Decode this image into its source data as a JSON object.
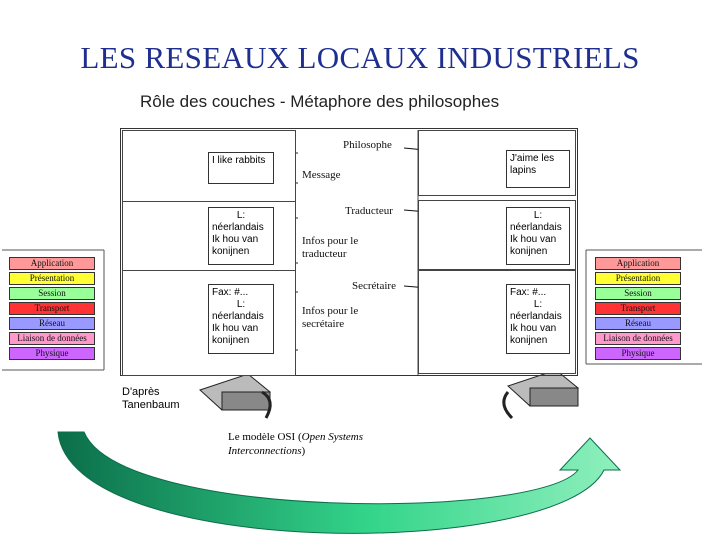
{
  "slide": {
    "title": "LES RESEAUX LOCAUX INDUSTRIELS",
    "subtitle": "Rôle des couches - Métaphore des philosophes",
    "caption_prefix": "Le modèle OSI (",
    "caption_italic": "Open Systems Interconnections",
    "caption_suffix": ")",
    "credit_line1": "D'après",
    "credit_line2": "Tanenbaum"
  },
  "roles": {
    "philosophe": "Philosophe",
    "message": "Message",
    "traducteur": "Traducteur",
    "infos_traducteur_1": "Infos pour le",
    "infos_traducteur_2": "traducteur",
    "secretaire": "Secrétaire",
    "infos_secretaire_1": "Infos pour le",
    "infos_secretaire_2": "secrétaire"
  },
  "left_boxes": {
    "message": "I like rabbits",
    "trad_line1": "L:",
    "trad_line2": "néerlandais",
    "trad_line3": "Ik hou van",
    "trad_line4": "konijnen",
    "fax_line1": "Fax: #...",
    "fax_line2": "L:",
    "fax_line3": "néerlandais",
    "fax_line4": "Ik hou van",
    "fax_line5": "konijnen"
  },
  "right_boxes": {
    "message_line1": "J'aime les",
    "message_line2": "lapins",
    "trad_line1": "L:",
    "trad_line2": "néerlandais",
    "trad_line3": "Ik hou van",
    "trad_line4": "konijnen",
    "fax_line1": "Fax: #...",
    "fax_line2": "L:",
    "fax_line3": "néerlandais",
    "fax_line4": "Ik hou van",
    "fax_line5": "konijnen"
  },
  "osi_layers": [
    {
      "name": "Application",
      "color": "#ff9999"
    },
    {
      "name": "Présentation",
      "color": "#ffff33"
    },
    {
      "name": "Session",
      "color": "#99ff99"
    },
    {
      "name": "Transport",
      "color": "#ff3333"
    },
    {
      "name": "Réseau",
      "color": "#9999ff"
    },
    {
      "name": "Liaison de données",
      "color": "#ff99cc"
    },
    {
      "name": "Physique",
      "color": "#cc66ff"
    }
  ],
  "colors": {
    "title": "#1f2f8f",
    "arrow_dark": "#0b6e4a",
    "arrow_light": "#33d48a"
  }
}
